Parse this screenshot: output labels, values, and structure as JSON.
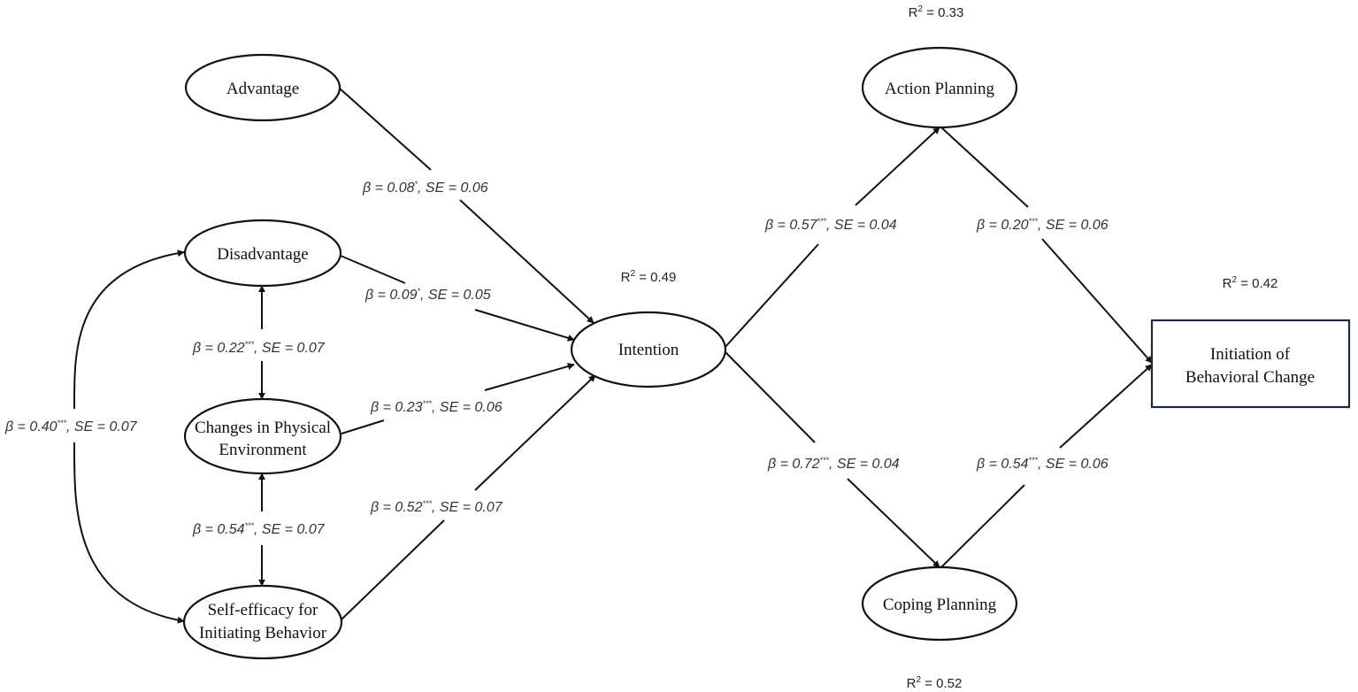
{
  "nodes": {
    "advantage": {
      "lines": [
        "Advantage"
      ]
    },
    "disadvantage": {
      "lines": [
        "Disadvantage"
      ]
    },
    "physical": {
      "lines": [
        "Changes in Physical",
        "Environment"
      ]
    },
    "selfefficacy": {
      "lines": [
        "Self-efficacy for",
        "Initiating Behavior"
      ]
    },
    "intention": {
      "lines": [
        "Intention"
      ]
    },
    "action": {
      "lines": [
        "Action Planning"
      ]
    },
    "coping": {
      "lines": [
        "Coping Planning"
      ]
    },
    "initiation": {
      "lines": [
        "Initiation of",
        "Behavioral Change"
      ]
    }
  },
  "r2": {
    "action": {
      "prefix": "R",
      "sup": "2",
      "value": " = 0.33"
    },
    "intention": {
      "prefix": "R",
      "sup": "2",
      "value": " = 0.49"
    },
    "initiation": {
      "prefix": "R",
      "sup": "2",
      "value": " = 0.42"
    },
    "coping": {
      "prefix": "R",
      "sup": "2",
      "value": " = 0.52"
    }
  },
  "coefficients": {
    "advantage_intention": {
      "beta": "β = 0.08",
      "sig": "*",
      "se": ",   SE = 0.06"
    },
    "disadvantage_intention": {
      "beta": "β = 0.09",
      "sig": "*",
      "se": ",   SE = 0.05"
    },
    "physical_intention": {
      "beta": "β = 0.23",
      "sig": "***",
      "se": ",   SE = 0.06"
    },
    "selfefficacy_intention": {
      "beta": "β = 0.52",
      "sig": "***",
      "se": ",   SE = 0.07"
    },
    "disadvantage_physical": {
      "beta": "β = 0.22",
      "sig": "***",
      "se": ",   SE = 0.07"
    },
    "physical_selfefficacy": {
      "beta": "β = 0.54",
      "sig": "***",
      "se": ",   SE = 0.07"
    },
    "disadvantage_selfefficacy": {
      "beta": "β = 0.40",
      "sig": "***",
      "se": ",   SE = 0.07"
    },
    "intention_action": {
      "beta": "β = 0.57",
      "sig": "***",
      "se": ",   SE = 0.04"
    },
    "intention_coping": {
      "beta": "β = 0.72",
      "sig": "***",
      "se": ",   SE = 0.04"
    },
    "action_initiation": {
      "beta": "β = 0.20",
      "sig": "***",
      "se": ",   SE = 0.06"
    },
    "coping_initiation": {
      "beta": "β = 0.54",
      "sig": "***",
      "se": ",   SE = 0.06"
    }
  }
}
